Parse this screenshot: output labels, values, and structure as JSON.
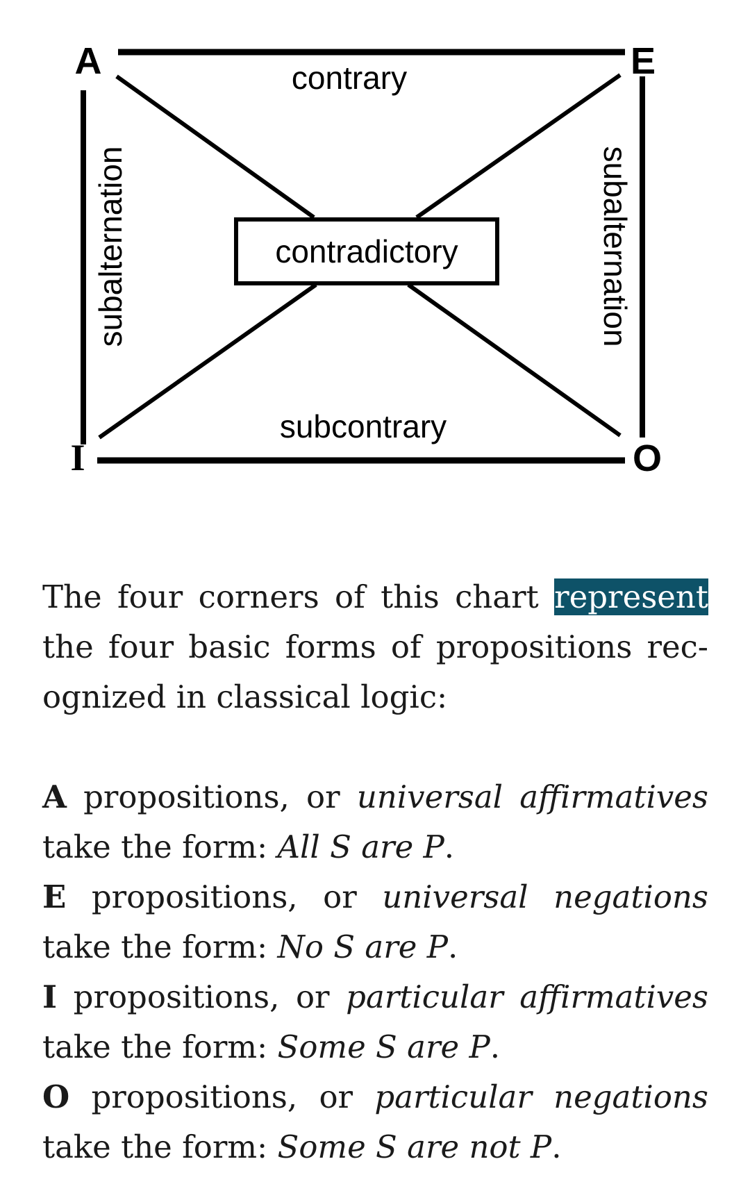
{
  "diagram": {
    "corners": {
      "a": "A",
      "e": "E",
      "i": "I",
      "o": "O"
    },
    "labels": {
      "top": "contrary",
      "bottom": "subcontrary",
      "left": "subalternation",
      "right": "subalternation",
      "center": "contradictory"
    }
  },
  "intro": {
    "line1_pre": "The four corners of this chart",
    "line1_highlight": "represent",
    "line2": "the four basic forms of propositions rec-",
    "line3": "ognized in classical logic:"
  },
  "forms": [
    {
      "letter": "A",
      "mid": " propositions, or ",
      "name": "universal affirmatives",
      "lead": "take the form: ",
      "example": "All S are P",
      "end": "."
    },
    {
      "letter": "E",
      "mid": " propositions, or ",
      "name": "universal negations",
      "lead": "take the form: ",
      "example": "No S are P",
      "end": "."
    },
    {
      "letter": "I",
      "mid": " propositions, or ",
      "name": "particular affirmatives",
      "lead": "take the form: ",
      "example": "Some S are P",
      "end": "."
    },
    {
      "letter": "O",
      "mid": " propositions, or ",
      "name": "particular negations",
      "lead": "take the form: ",
      "example": "Some S are not P",
      "end": "."
    }
  ]
}
